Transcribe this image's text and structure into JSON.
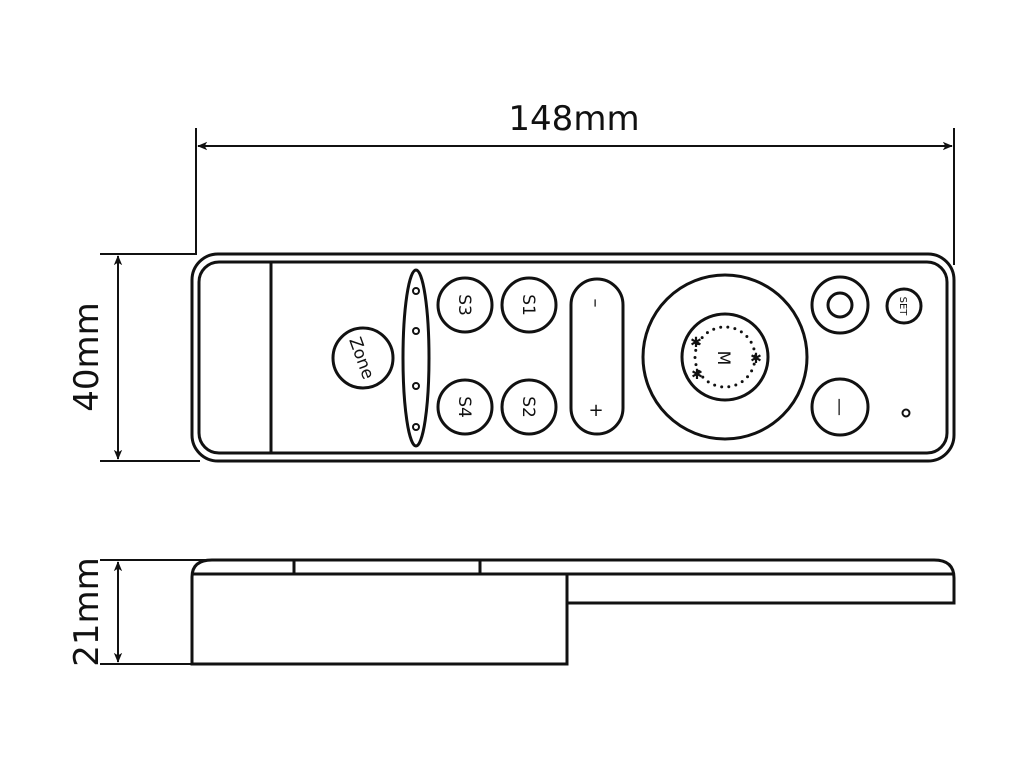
{
  "dimensions": {
    "width": "148mm",
    "height": "40mm",
    "depth": "21mm"
  },
  "remote_buttons": {
    "zone": "Zone",
    "s1": "S1",
    "s2": "S2",
    "s3": "S3",
    "s4": "S4",
    "minus": "–",
    "plus": "+",
    "mode": "M",
    "set": "SET",
    "off": "—"
  }
}
